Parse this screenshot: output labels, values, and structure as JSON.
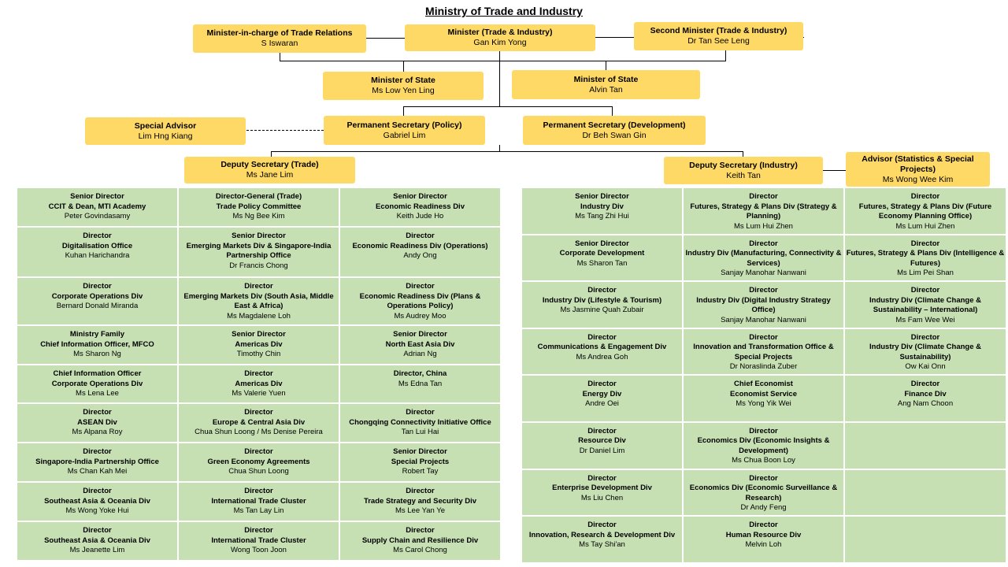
{
  "title": "Ministry of Trade and Industry",
  "top": {
    "relations": {
      "role": "Minister-in-charge of Trade Relations",
      "name": "S Iswaran"
    },
    "minister": {
      "role": "Minister (Trade & Industry)",
      "name": "Gan Kim Yong"
    },
    "second": {
      "role": "Second Minister (Trade & Industry)",
      "name": "Dr Tan See Leng"
    }
  },
  "state": {
    "left": {
      "role": "Minister of State",
      "name": "Ms Low Yen Ling"
    },
    "right": {
      "role": "Minister of State",
      "name": "Alvin Tan"
    }
  },
  "ps": {
    "special": {
      "role": "Special Advisor",
      "name": "Lim Hng Kiang"
    },
    "policy": {
      "role": "Permanent Secretary (Policy)",
      "name": "Gabriel Lim"
    },
    "development": {
      "role": "Permanent Secretary (Development)",
      "name": "Dr Beh Swan Gin"
    }
  },
  "ds": {
    "trade": {
      "role": "Deputy Secretary (Trade)",
      "name": "Ms Jane Lim"
    },
    "industry": {
      "role": "Deputy Secretary (Industry)",
      "name": "Keith Tan"
    },
    "advisor": {
      "role": "Advisor (Statistics & Special Projects)",
      "name": "Ms Wong Wee Kim"
    }
  },
  "left_grid": [
    [
      [
        "Senior Director",
        "CCIT & Dean, MTI Academy"
      ],
      "Peter Govindasamy"
    ],
    [
      [
        "Director-General (Trade)",
        "Trade Policy Committee"
      ],
      "Ms Ng Bee Kim"
    ],
    [
      [
        "Senior Director",
        "Economic Readiness Div"
      ],
      "Keith Jude Ho"
    ],
    [
      [
        "Director",
        "Digitalisation Office"
      ],
      "Kuhan Harichandra"
    ],
    [
      [
        "Senior Director",
        "Emerging Markets Div & Singapore-India Partnership Office"
      ],
      "Dr Francis Chong"
    ],
    [
      [
        "Director",
        "Economic Readiness Div (Operations)"
      ],
      "Andy Ong"
    ],
    [
      [
        "Director",
        "Corporate Operations Div"
      ],
      "Bernard Donald Miranda"
    ],
    [
      [
        "Director",
        "Emerging Markets Div (South Asia, Middle East & Africa)"
      ],
      "Ms Magdalene Loh"
    ],
    [
      [
        "Director",
        "Economic Readiness Div (Plans & Operations Policy)"
      ],
      "Ms Audrey Moo"
    ],
    [
      [
        "Ministry Family",
        "Chief Information Officer, MFCO"
      ],
      "Ms Sharon Ng"
    ],
    [
      [
        "Senior Director",
        "Americas Div"
      ],
      "Timothy Chin"
    ],
    [
      [
        "Senior Director",
        "North East Asia Div"
      ],
      "Adrian Ng"
    ],
    [
      [
        "Chief Information Officer",
        "Corporate Operations Div"
      ],
      "Ms Lena Lee"
    ],
    [
      [
        "Director",
        "Americas Div"
      ],
      "Ms Valerie Yuen"
    ],
    [
      [
        "Director, China"
      ],
      "Ms Edna Tan"
    ],
    [
      [
        "Director",
        "ASEAN Div"
      ],
      "Ms Alpana Roy"
    ],
    [
      [
        "Director",
        "Europe & Central Asia Div"
      ],
      "Chua Shun Loong / Ms Denise Pereira"
    ],
    [
      [
        "Director",
        "Chongqing Connectivity Initiative Office"
      ],
      "Tan Lui Hai"
    ],
    [
      [
        "Director",
        "Singapore-India Partnership Office"
      ],
      "Ms Chan Kah Mei"
    ],
    [
      [
        "Director",
        "Green Economy Agreements"
      ],
      "Chua Shun Loong"
    ],
    [
      [
        "Senior Director",
        "Special Projects"
      ],
      "Robert Tay"
    ],
    [
      [
        "Director",
        "Southeast Asia & Oceania Div"
      ],
      "Ms Wong Yoke Hui"
    ],
    [
      [
        "Director",
        "International Trade Cluster"
      ],
      "Ms Tan Lay Lin"
    ],
    [
      [
        "Director",
        "Trade Strategy and Security Div"
      ],
      "Ms Lee Yan Ye"
    ],
    [
      [
        "Director",
        "Southeast Asia & Oceania Div"
      ],
      "Ms Jeanette Lim"
    ],
    [
      [
        "Director",
        "International Trade Cluster"
      ],
      "Wong Toon Joon"
    ],
    [
      [
        "Director",
        "Supply Chain and Resilience Div"
      ],
      "Ms Carol Chong"
    ]
  ],
  "right_grid": [
    [
      [
        "Senior Director",
        "Industry Div"
      ],
      "Ms Tang Zhi Hui"
    ],
    [
      [
        "Director",
        "Futures, Strategy & Plans Div (Strategy & Planning)"
      ],
      "Ms Lum Hui Zhen"
    ],
    [
      [
        "Director",
        "Futures, Strategy & Plans Div (Future Economy Planning Office)"
      ],
      "Ms Lum Hui Zhen"
    ],
    [
      [
        "Senior Director",
        "Corporate Development"
      ],
      "Ms Sharon Tan"
    ],
    [
      [
        "Director",
        "Industry Div (Manufacturing, Connectivity & Services)"
      ],
      "Sanjay Manohar Nanwani"
    ],
    [
      [
        "Director",
        "Futures, Strategy & Plans Div (Intelligence & Futures)"
      ],
      "Ms Lim Pei Shan"
    ],
    [
      [
        "Director",
        "Industry Div (Lifestyle & Tourism)"
      ],
      "Ms Jasmine Quah Zubair"
    ],
    [
      [
        "Director",
        "Industry Div (Digital Industry Strategy Office)"
      ],
      "Sanjay Manohar Nanwani"
    ],
    [
      [
        "Director",
        "Industry Div (Climate Change & Sustainability – International)"
      ],
      "Ms Fam Wee Wei"
    ],
    [
      [
        "Director",
        "Communications & Engagement Div"
      ],
      "Ms Andrea Goh"
    ],
    [
      [
        "Director",
        "Innovation and Transformation Office & Special Projects"
      ],
      "Dr Noraslinda Zuber"
    ],
    [
      [
        "Director",
        "Industry Div (Climate Change & Sustainability)"
      ],
      "Ow Kai Onn"
    ],
    [
      [
        "Director",
        "Energy Div"
      ],
      "Andre Oei"
    ],
    [
      [
        "Chief Economist",
        "Economist Service"
      ],
      "Ms Yong Yik Wei"
    ],
    [
      [
        "Director",
        "Finance Div"
      ],
      "Ang Nam Choon"
    ],
    [
      [
        "Director",
        "Resource Div"
      ],
      "Dr Daniel Lim"
    ],
    [
      [
        "Director",
        "Economics Div (Economic Insights & Development)"
      ],
      "Ms Chua Boon Loy"
    ],
    null,
    [
      [
        "Director",
        "Enterprise Development Div"
      ],
      "Ms Liu Chen"
    ],
    [
      [
        "Director",
        "Economics Div (Economic Surveillance & Research)"
      ],
      "Dr Andy Feng"
    ],
    null,
    [
      [
        "Director",
        "Innovation, Research & Development Div"
      ],
      "Ms Tay Shi'an"
    ],
    [
      [
        "Director",
        "Human Resource Div"
      ],
      "Melvin Loh"
    ],
    null
  ]
}
